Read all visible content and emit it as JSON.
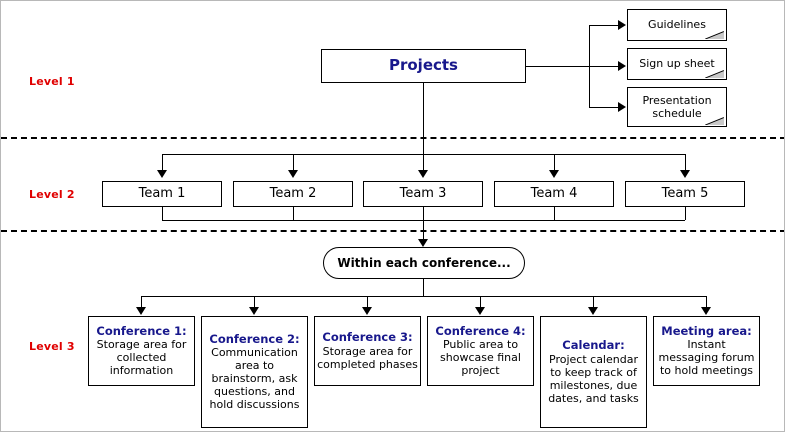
{
  "diagram": {
    "title": "Projects hierarchy diagram",
    "colors": {
      "level_label": "#e00000",
      "heading_navy": "#18188c",
      "body_text": "#000000",
      "line": "#000000",
      "fold_shade": "#c9c9c9",
      "background": "#ffffff"
    }
  },
  "levels": [
    {
      "id": "level-1",
      "label": "Level 1"
    },
    {
      "id": "level-2",
      "label": "Level 2"
    },
    {
      "id": "level-3",
      "label": "Level 3"
    }
  ],
  "root": {
    "label": "Projects"
  },
  "documents": [
    {
      "id": "guidelines",
      "label": "Guidelines"
    },
    {
      "id": "sign-up-sheet",
      "label": "Sign up sheet"
    },
    {
      "id": "presentation-schedule",
      "label": "Presentation schedule"
    }
  ],
  "teams": [
    {
      "id": "team-1",
      "label": "Team 1"
    },
    {
      "id": "team-2",
      "label": "Team 2"
    },
    {
      "id": "team-3",
      "label": "Team 3"
    },
    {
      "id": "team-4",
      "label": "Team 4"
    },
    {
      "id": "team-5",
      "label": "Team 5"
    }
  ],
  "conference_gateway": {
    "label": "Within each conference..."
  },
  "conference_areas": [
    {
      "id": "conference-1",
      "heading": "Conference 1:",
      "body": "Storage area for collected information"
    },
    {
      "id": "conference-2",
      "heading": "Conference 2:",
      "body": "Communication area to brainstorm, ask questions, and hold discussions"
    },
    {
      "id": "conference-3",
      "heading": "Conference 3:",
      "body": "Storage area for completed phases"
    },
    {
      "id": "conference-4",
      "heading": "Conference 4:",
      "body": "Public area to showcase final project"
    },
    {
      "id": "calendar",
      "heading": "Calendar:",
      "body": "Project calendar to keep track of milestones, due dates, and tasks"
    },
    {
      "id": "meeting-area",
      "heading": "Meeting area:",
      "body": "Instant messaging forum to hold meetings"
    }
  ]
}
